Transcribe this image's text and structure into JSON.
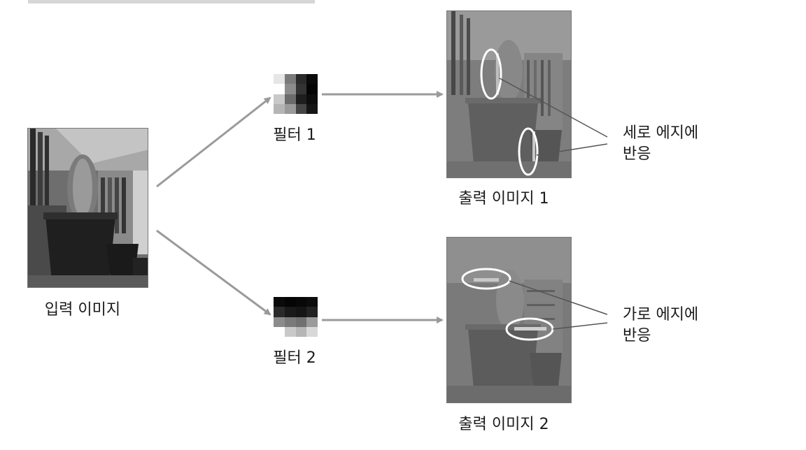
{
  "diagram": {
    "input_label": "입력 이미지",
    "filter1_label": "필터 1",
    "filter2_label": "필터 2",
    "output1_label": "출력 이미지 1",
    "output2_label": "출력 이미지 2",
    "vertical_note": [
      "세로 에지에",
      "반응"
    ],
    "horizontal_note": [
      "가로 에지에",
      "반응"
    ],
    "filter1_cells": [
      "#e6e6e6",
      "#7a7a7a",
      "#2a2a2a",
      "#0a0a0a",
      "#ffffff",
      "#8c8c8c",
      "#333333",
      "#050505",
      "#c9c9c9",
      "#6b6b6b",
      "#1e1e1e",
      "#0d0d0d",
      "#b5b5b5",
      "#9a9a9a",
      "#454545",
      "#151515"
    ],
    "filter2_cells": [
      "#0a0a0a",
      "#050505",
      "#080808",
      "#0d0d0d",
      "#2a2a2a",
      "#1a1a1a",
      "#151515",
      "#222222",
      "#8c8c8c",
      "#7a7a7a",
      "#707070",
      "#9a9a9a",
      "#ffffff",
      "#c9c9c9",
      "#b5b5b5",
      "#d8d8d8"
    ]
  }
}
